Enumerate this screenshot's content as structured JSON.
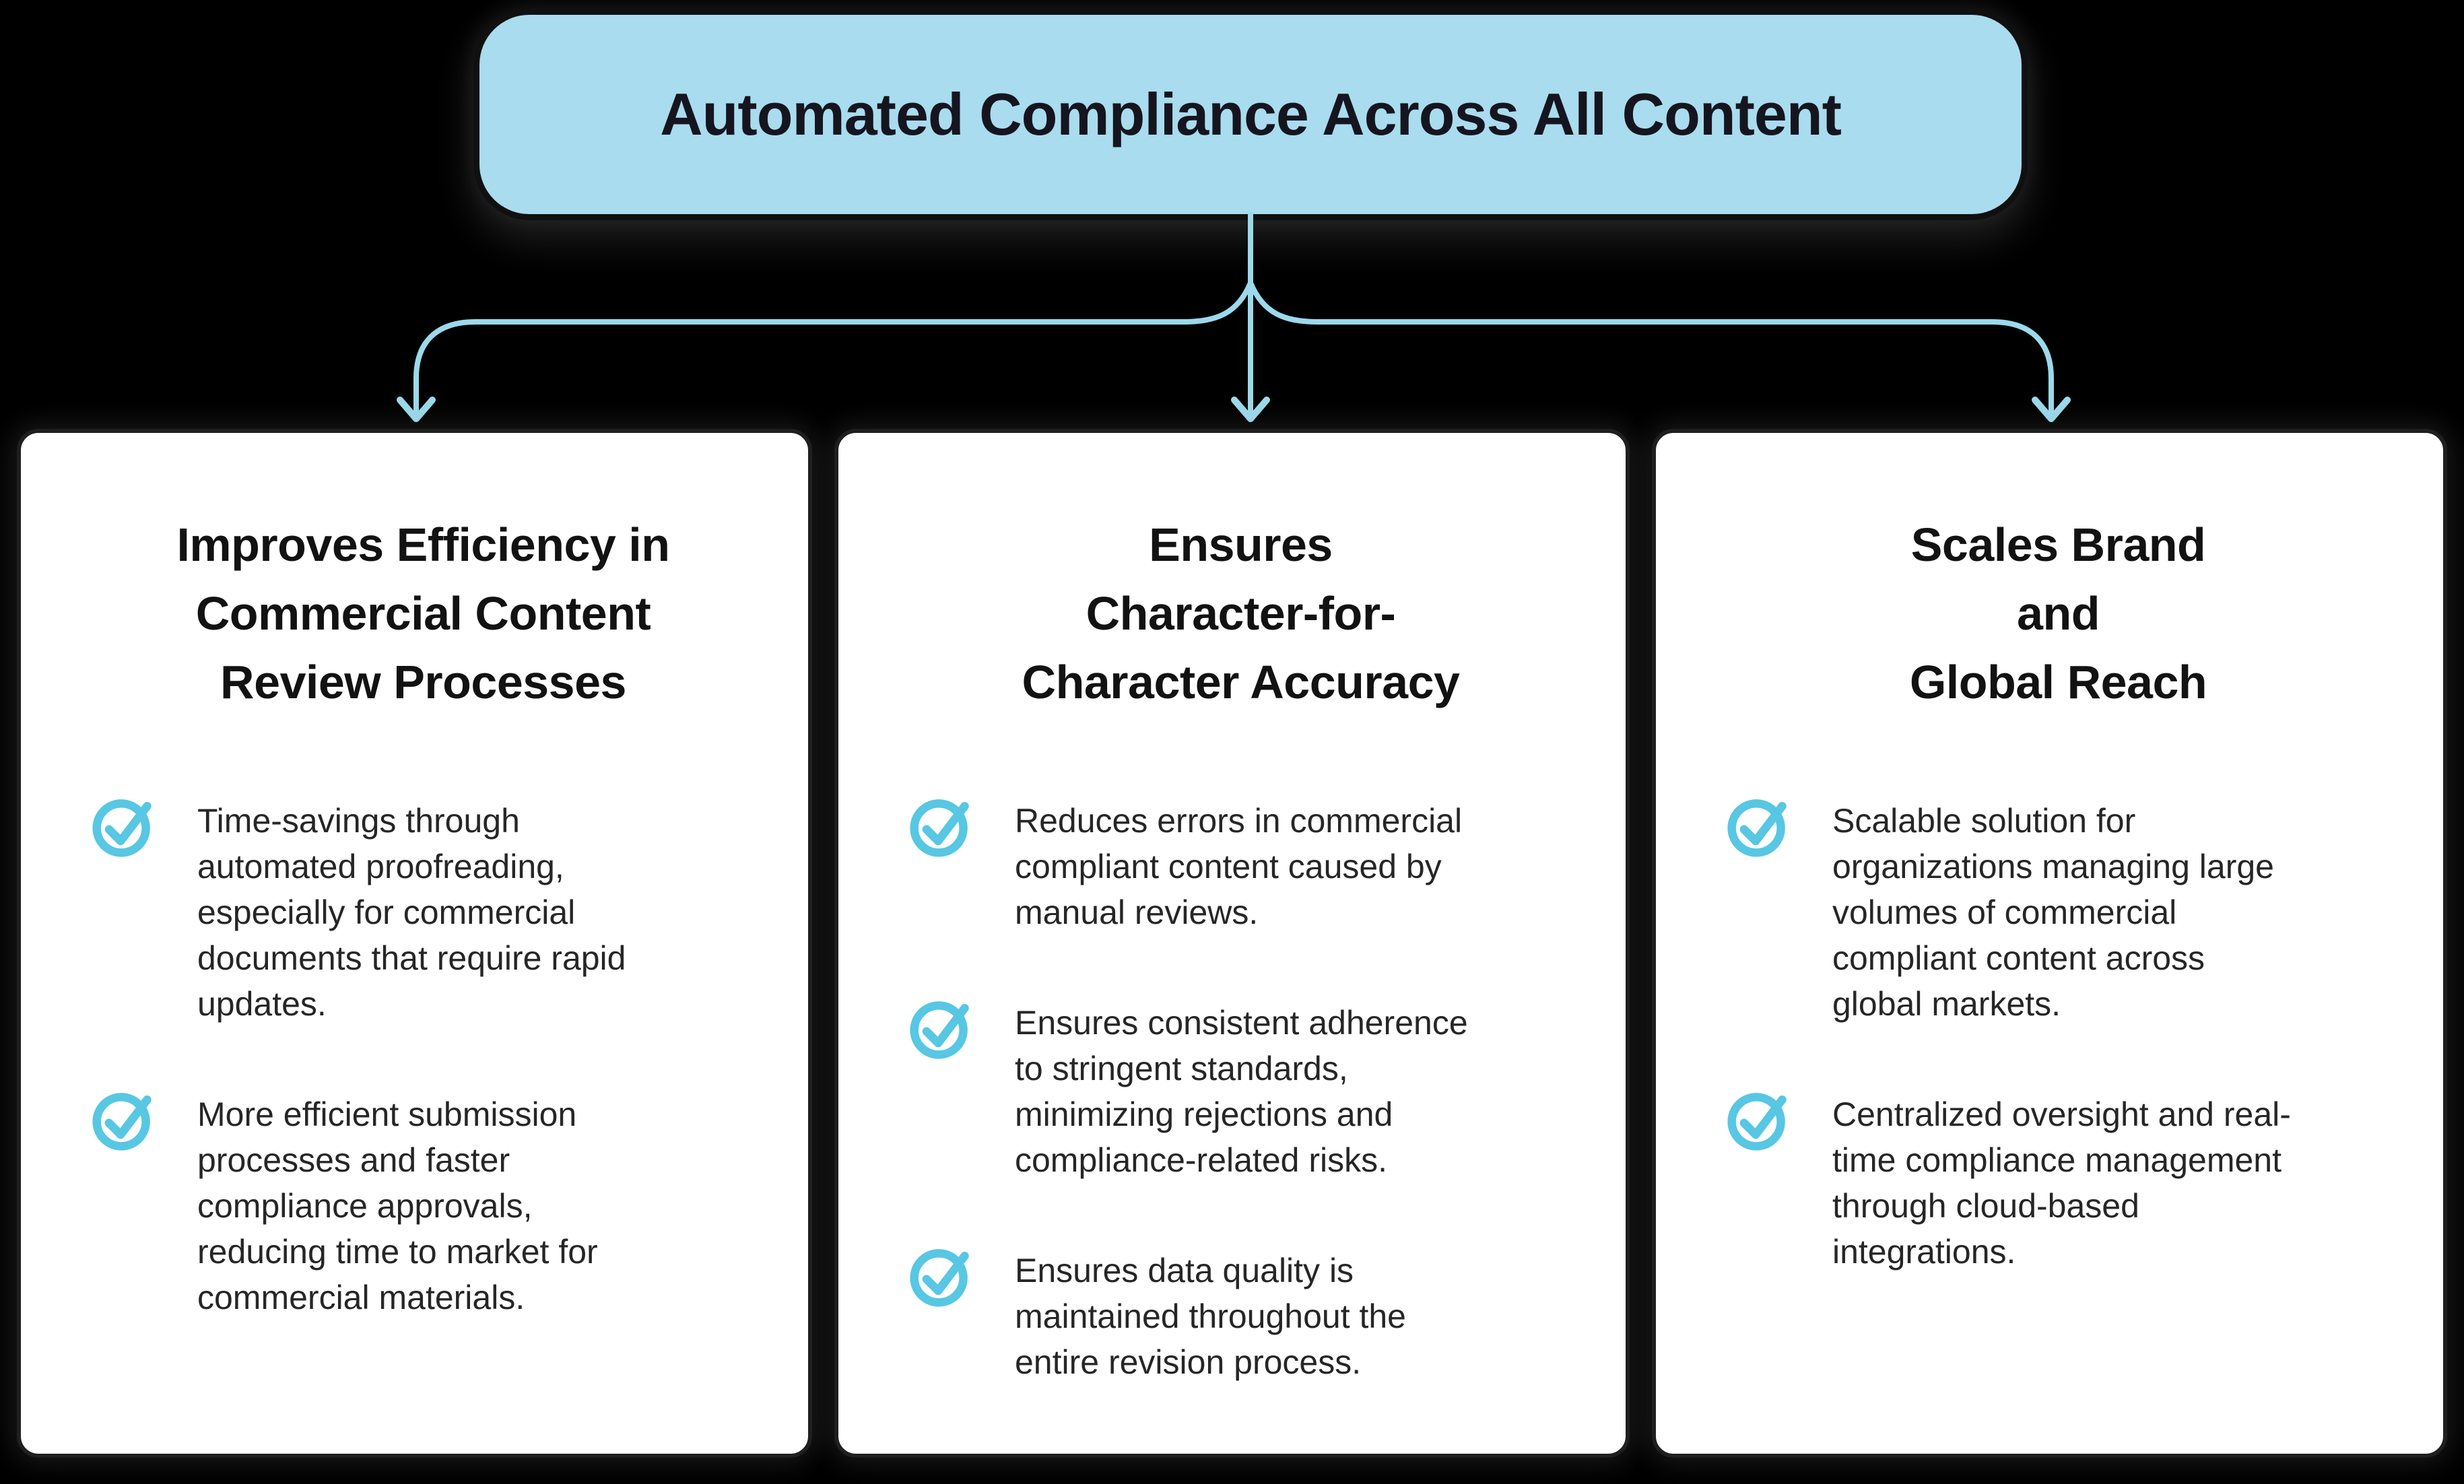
{
  "title": {
    "label": "Automated Compliance Across All Content"
  },
  "colors": {
    "node-fill": "#a9dcee",
    "connector": "#9bd9eb",
    "accent": "#57c7e3",
    "card-bg": "#ffffff",
    "background": "#000000"
  },
  "cards": [
    {
      "heading": "Improves Efficiency in\nCommercial Content\nReview Processes",
      "bullets": [
        "Time-savings through automated proofreading, especially for commercial documents that require rapid updates.",
        "More efficient submission processes and faster compliance approvals, reducing time to market for commercial materials."
      ]
    },
    {
      "heading": "Ensures\nCharacter-for-\nCharacter Accuracy",
      "bullets": [
        "Reduces errors in commercial compliant content caused by manual reviews.",
        "Ensures consistent adherence to stringent standards, minimizing rejections and compliance-related risks.",
        "Ensures data quality is maintained throughout the entire revision process."
      ]
    },
    {
      "heading": "Scales Brand\nand\nGlobal Reach",
      "bullets": [
        "Scalable solution for organizations managing large volumes of commercial compliant content across global markets.",
        "Centralized oversight and real-time compliance management through cloud-based integrations."
      ]
    }
  ]
}
